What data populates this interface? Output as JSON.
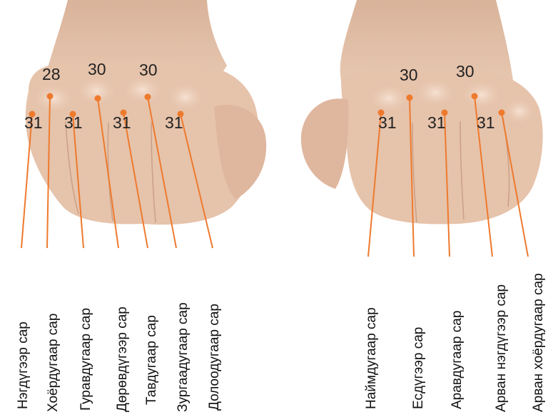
{
  "colors": {
    "accent": "#ee7a2e",
    "skin": "#e6c3ab",
    "skin_shadow": "#d3a98f",
    "text": "#111111"
  },
  "left_hand": {
    "top_numbers": [
      "28",
      "30",
      "30"
    ],
    "bottom_numbers": [
      "31",
      "31",
      "31",
      "31"
    ],
    "months": [
      "Нэгдүгээр сар",
      "Хоёрдугаар сар",
      "Гуравдугаар сар",
      "Дөрөвдүгээр сар",
      "Тавдугаар сар",
      "Зургаадугаар сар",
      "Долоодугаар сар"
    ]
  },
  "right_hand": {
    "top_numbers": [
      "30",
      "30"
    ],
    "bottom_numbers": [
      "31",
      "31",
      "31"
    ],
    "months": [
      "Наймдугаар сар",
      "Есдүгээр сар",
      "Аравдугаар сар",
      "Арван нэгдүгээр сар",
      "Арван хоёрдугаар сар"
    ]
  }
}
